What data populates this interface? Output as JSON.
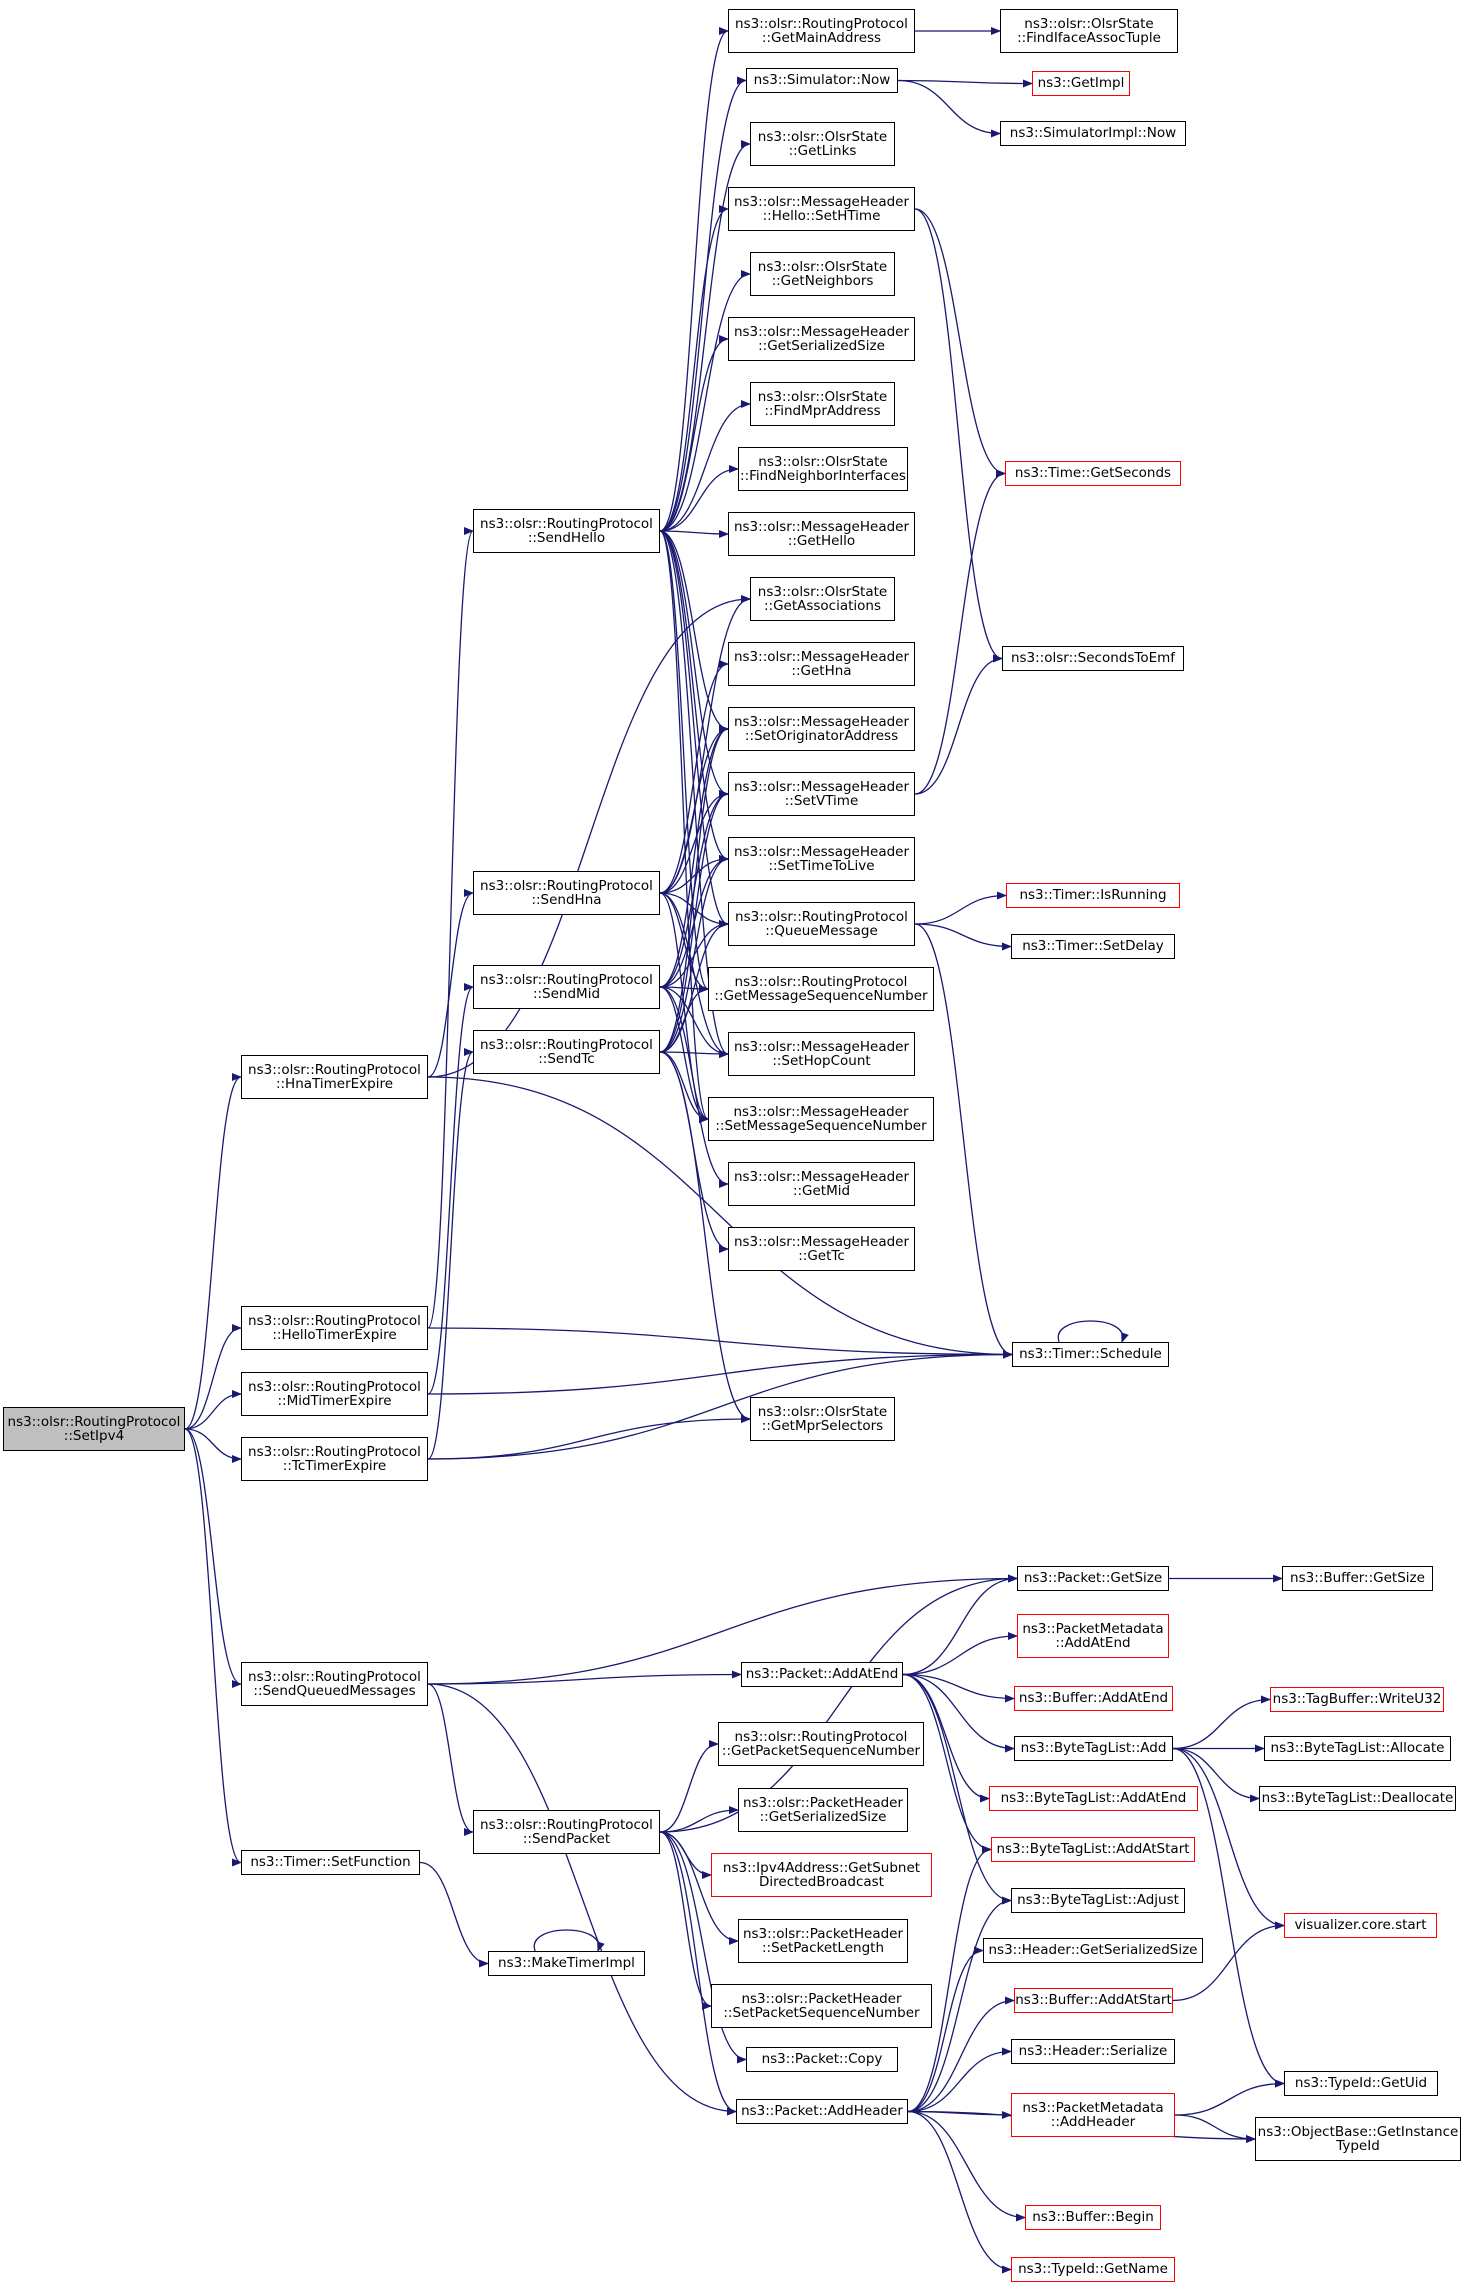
{
  "colors": {
    "edge": "#191970",
    "node_border": "#000000",
    "node_border_truncated": "#ff0000",
    "root_fill": "#bfbfbf"
  },
  "nodes": [
    {
      "id": "setipv4",
      "lines": [
        "ns3::olsr::RoutingProtocol",
        "::SetIpv4"
      ],
      "root": true
    },
    {
      "id": "hnatimerexpire",
      "lines": [
        "ns3::olsr::RoutingProtocol",
        "::HnaTimerExpire"
      ]
    },
    {
      "id": "hellotimerexpire",
      "lines": [
        "ns3::olsr::RoutingProtocol",
        "::HelloTimerExpire"
      ]
    },
    {
      "id": "midtimerexpire",
      "lines": [
        "ns3::olsr::RoutingProtocol",
        "::MidTimerExpire"
      ]
    },
    {
      "id": "tctimerexpire",
      "lines": [
        "ns3::olsr::RoutingProtocol",
        "::TcTimerExpire"
      ]
    },
    {
      "id": "sendqueuedmessages",
      "lines": [
        "ns3::olsr::RoutingProtocol",
        "::SendQueuedMessages"
      ]
    },
    {
      "id": "timersetfunction",
      "lines": [
        "ns3::Timer::SetFunction"
      ]
    },
    {
      "id": "sendhello",
      "lines": [
        "ns3::olsr::RoutingProtocol",
        "::SendHello"
      ]
    },
    {
      "id": "sendhna",
      "lines": [
        "ns3::olsr::RoutingProtocol",
        "::SendHna"
      ]
    },
    {
      "id": "sendmid",
      "lines": [
        "ns3::olsr::RoutingProtocol",
        "::SendMid"
      ]
    },
    {
      "id": "sendtc",
      "lines": [
        "ns3::olsr::RoutingProtocol",
        "::SendTc"
      ]
    },
    {
      "id": "sendpacket",
      "lines": [
        "ns3::olsr::RoutingProtocol",
        "::SendPacket"
      ]
    },
    {
      "id": "maketimerimpl",
      "lines": [
        "ns3::MakeTimerImpl"
      ]
    },
    {
      "id": "getmainaddress",
      "lines": [
        "ns3::olsr::RoutingProtocol",
        "::GetMainAddress"
      ]
    },
    {
      "id": "simnow",
      "lines": [
        "ns3::Simulator::Now"
      ]
    },
    {
      "id": "getlinks",
      "lines": [
        "ns3::olsr::OlsrState",
        "::GetLinks"
      ]
    },
    {
      "id": "hellosethtime",
      "lines": [
        "ns3::olsr::MessageHeader",
        "::Hello::SetHTime"
      ]
    },
    {
      "id": "getneighbors",
      "lines": [
        "ns3::olsr::OlsrState",
        "::GetNeighbors"
      ]
    },
    {
      "id": "mhgetserializedsize",
      "lines": [
        "ns3::olsr::MessageHeader",
        "::GetSerializedSize"
      ]
    },
    {
      "id": "findmpraddress",
      "lines": [
        "ns3::olsr::OlsrState",
        "::FindMprAddress"
      ]
    },
    {
      "id": "findneighborinterfaces",
      "lines": [
        "ns3::olsr::OlsrState",
        "::FindNeighborInterfaces"
      ]
    },
    {
      "id": "gethello",
      "lines": [
        "ns3::olsr::MessageHeader",
        "::GetHello"
      ]
    },
    {
      "id": "getassociations",
      "lines": [
        "ns3::olsr::OlsrState",
        "::GetAssociations"
      ]
    },
    {
      "id": "gethna",
      "lines": [
        "ns3::olsr::MessageHeader",
        "::GetHna"
      ]
    },
    {
      "id": "setoriginatoraddress",
      "lines": [
        "ns3::olsr::MessageHeader",
        "::SetOriginatorAddress"
      ]
    },
    {
      "id": "setvtime",
      "lines": [
        "ns3::olsr::MessageHeader",
        "::SetVTime"
      ]
    },
    {
      "id": "settimetolive",
      "lines": [
        "ns3::olsr::MessageHeader",
        "::SetTimeToLive"
      ]
    },
    {
      "id": "queuemessage",
      "lines": [
        "ns3::olsr::RoutingProtocol",
        "::QueueMessage"
      ]
    },
    {
      "id": "getmessagesequencenumber",
      "lines": [
        "ns3::olsr::RoutingProtocol",
        "::GetMessageSequenceNumber"
      ]
    },
    {
      "id": "sethopcount",
      "lines": [
        "ns3::olsr::MessageHeader",
        "::SetHopCount"
      ]
    },
    {
      "id": "setmessagesequencenumber",
      "lines": [
        "ns3::olsr::MessageHeader",
        "::SetMessageSequenceNumber"
      ]
    },
    {
      "id": "getmid",
      "lines": [
        "ns3::olsr::MessageHeader",
        "::GetMid"
      ]
    },
    {
      "id": "gettc",
      "lines": [
        "ns3::olsr::MessageHeader",
        "::GetTc"
      ]
    },
    {
      "id": "getmprselectors",
      "lines": [
        "ns3::olsr::OlsrState",
        "::GetMprSelectors"
      ]
    },
    {
      "id": "timerschedule",
      "lines": [
        "ns3::Timer::Schedule"
      ]
    },
    {
      "id": "findifaceassoctuple",
      "lines": [
        "ns3::olsr::OlsrState",
        "::FindIfaceAssocTuple"
      ]
    },
    {
      "id": "getimpl",
      "lines": [
        "ns3::GetImpl"
      ],
      "truncated": true
    },
    {
      "id": "simimplnow",
      "lines": [
        "ns3::SimulatorImpl::Now"
      ]
    },
    {
      "id": "timegetseconds",
      "lines": [
        "ns3::Time::GetSeconds"
      ],
      "truncated": true
    },
    {
      "id": "secondstoemf",
      "lines": [
        "ns3::olsr::SecondsToEmf"
      ]
    },
    {
      "id": "timerisrunning",
      "lines": [
        "ns3::Timer::IsRunning"
      ],
      "truncated": true
    },
    {
      "id": "timersetdelay",
      "lines": [
        "ns3::Timer::SetDelay"
      ]
    },
    {
      "id": "packetgetsize",
      "lines": [
        "ns3::Packet::GetSize"
      ]
    },
    {
      "id": "buffergetsize",
      "lines": [
        "ns3::Buffer::GetSize"
      ]
    },
    {
      "id": "pmaddatend",
      "lines": [
        "ns3::PacketMetadata",
        "::AddAtEnd"
      ],
      "truncated": true
    },
    {
      "id": "packetaddatend",
      "lines": [
        "ns3::Packet::AddAtEnd"
      ]
    },
    {
      "id": "bufferaddatend",
      "lines": [
        "ns3::Buffer::AddAtEnd"
      ],
      "truncated": true
    },
    {
      "id": "tagbufferwriteu32",
      "lines": [
        "ns3::TagBuffer::WriteU32"
      ],
      "truncated": true
    },
    {
      "id": "btladd",
      "lines": [
        "ns3::ByteTagList::Add"
      ]
    },
    {
      "id": "btlallocate",
      "lines": [
        "ns3::ByteTagList::Allocate"
      ]
    },
    {
      "id": "getpacketsequencenumber",
      "lines": [
        "ns3::olsr::RoutingProtocol",
        "::GetPacketSequenceNumber"
      ]
    },
    {
      "id": "btladdatend",
      "lines": [
        "ns3::ByteTagList::AddAtEnd"
      ],
      "truncated": true
    },
    {
      "id": "btldeallocate",
      "lines": [
        "ns3::ByteTagList::Deallocate"
      ]
    },
    {
      "id": "phgetserializedsize",
      "lines": [
        "ns3::olsr::PacketHeader",
        "::GetSerializedSize"
      ]
    },
    {
      "id": "btladdatstart",
      "lines": [
        "ns3::ByteTagList::AddAtStart"
      ],
      "truncated": true
    },
    {
      "id": "ipv4getsubnet",
      "lines": [
        "ns3::Ipv4Address::GetSubnet",
        "DirectedBroadcast"
      ],
      "truncated": true
    },
    {
      "id": "btladjust",
      "lines": [
        "ns3::ByteTagList::Adjust"
      ]
    },
    {
      "id": "visualizerstart",
      "lines": [
        "visualizer.core.start"
      ],
      "truncated": true
    },
    {
      "id": "setpacketlength",
      "lines": [
        "ns3::olsr::PacketHeader",
        "::SetPacketLength"
      ]
    },
    {
      "id": "headergetserializedsize",
      "lines": [
        "ns3::Header::GetSerializedSize"
      ]
    },
    {
      "id": "setpacketsequencenumber",
      "lines": [
        "ns3::olsr::PacketHeader",
        "::SetPacketSequenceNumber"
      ]
    },
    {
      "id": "bufferaddatstart",
      "lines": [
        "ns3::Buffer::AddAtStart"
      ],
      "truncated": true
    },
    {
      "id": "packetcopy",
      "lines": [
        "ns3::Packet::Copy"
      ]
    },
    {
      "id": "headerserialize",
      "lines": [
        "ns3::Header::Serialize"
      ]
    },
    {
      "id": "typeidgetuid",
      "lines": [
        "ns3::TypeId::GetUid"
      ]
    },
    {
      "id": "packetaddheader",
      "lines": [
        "ns3::Packet::AddHeader"
      ]
    },
    {
      "id": "pmaddheader",
      "lines": [
        "ns3::PacketMetadata",
        "::AddHeader"
      ],
      "truncated": true
    },
    {
      "id": "getinstancetypeid",
      "lines": [
        "ns3::ObjectBase::GetInstance",
        "TypeId"
      ]
    },
    {
      "id": "bufferbegin",
      "lines": [
        "ns3::Buffer::Begin"
      ],
      "truncated": true
    },
    {
      "id": "typeidgetname",
      "lines": [
        "ns3::TypeId::GetName"
      ],
      "truncated": true
    }
  ],
  "edges": [
    [
      "setipv4",
      "hnatimerexpire"
    ],
    [
      "setipv4",
      "hellotimerexpire"
    ],
    [
      "setipv4",
      "midtimerexpire"
    ],
    [
      "setipv4",
      "tctimerexpire"
    ],
    [
      "setipv4",
      "sendqueuedmessages"
    ],
    [
      "setipv4",
      "timersetfunction"
    ],
    [
      "hnatimerexpire",
      "sendhna"
    ],
    [
      "hnatimerexpire",
      "timerschedule"
    ],
    [
      "hnatimerexpire",
      "getassociations"
    ],
    [
      "hellotimerexpire",
      "sendhello"
    ],
    [
      "hellotimerexpire",
      "timerschedule"
    ],
    [
      "midtimerexpire",
      "sendmid"
    ],
    [
      "midtimerexpire",
      "timerschedule"
    ],
    [
      "tctimerexpire",
      "sendtc"
    ],
    [
      "tctimerexpire",
      "getmprselectors"
    ],
    [
      "tctimerexpire",
      "timerschedule"
    ],
    [
      "sendhello",
      "getmainaddress"
    ],
    [
      "sendhello",
      "simnow"
    ],
    [
      "sendhello",
      "getlinks"
    ],
    [
      "sendhello",
      "hellosethtime"
    ],
    [
      "sendhello",
      "getneighbors"
    ],
    [
      "sendhello",
      "mhgetserializedsize"
    ],
    [
      "sendhello",
      "findmpraddress"
    ],
    [
      "sendhello",
      "findneighborinterfaces"
    ],
    [
      "sendhello",
      "gethello"
    ],
    [
      "sendhello",
      "setoriginatoraddress"
    ],
    [
      "sendhello",
      "setvtime"
    ],
    [
      "sendhello",
      "settimetolive"
    ],
    [
      "sendhello",
      "queuemessage"
    ],
    [
      "sendhello",
      "getmessagesequencenumber"
    ],
    [
      "sendhello",
      "sethopcount"
    ],
    [
      "sendhello",
      "setmessagesequencenumber"
    ],
    [
      "sendhna",
      "getassociations"
    ],
    [
      "sendhna",
      "gethna"
    ],
    [
      "sendhna",
      "setoriginatoraddress"
    ],
    [
      "sendhna",
      "setvtime"
    ],
    [
      "sendhna",
      "settimetolive"
    ],
    [
      "sendhna",
      "queuemessage"
    ],
    [
      "sendhna",
      "getmessagesequencenumber"
    ],
    [
      "sendhna",
      "sethopcount"
    ],
    [
      "sendhna",
      "setmessagesequencenumber"
    ],
    [
      "sendmid",
      "setoriginatoraddress"
    ],
    [
      "sendmid",
      "setvtime"
    ],
    [
      "sendmid",
      "settimetolive"
    ],
    [
      "sendmid",
      "queuemessage"
    ],
    [
      "sendmid",
      "getmessagesequencenumber"
    ],
    [
      "sendmid",
      "sethopcount"
    ],
    [
      "sendmid",
      "setmessagesequencenumber"
    ],
    [
      "sendmid",
      "getmid"
    ],
    [
      "sendtc",
      "setoriginatoraddress"
    ],
    [
      "sendtc",
      "setvtime"
    ],
    [
      "sendtc",
      "settimetolive"
    ],
    [
      "sendtc",
      "queuemessage"
    ],
    [
      "sendtc",
      "getmessagesequencenumber"
    ],
    [
      "sendtc",
      "sethopcount"
    ],
    [
      "sendtc",
      "setmessagesequencenumber"
    ],
    [
      "sendtc",
      "gettc"
    ],
    [
      "sendtc",
      "getmprselectors"
    ],
    [
      "getmainaddress",
      "findifaceassoctuple"
    ],
    [
      "simnow",
      "getimpl"
    ],
    [
      "simnow",
      "simimplnow"
    ],
    [
      "hellosethtime",
      "timegetseconds"
    ],
    [
      "hellosethtime",
      "secondstoemf"
    ],
    [
      "setvtime",
      "timegetseconds"
    ],
    [
      "setvtime",
      "secondstoemf"
    ],
    [
      "queuemessage",
      "timerisrunning"
    ],
    [
      "queuemessage",
      "timersetdelay"
    ],
    [
      "queuemessage",
      "timerschedule"
    ],
    [
      "timerschedule",
      "timerschedule"
    ],
    [
      "sendqueuedmessages",
      "packetgetsize"
    ],
    [
      "sendqueuedmessages",
      "packetaddatend"
    ],
    [
      "sendqueuedmessages",
      "sendpacket"
    ],
    [
      "sendqueuedmessages",
      "packetaddheader"
    ],
    [
      "packetgetsize",
      "buffergetsize"
    ],
    [
      "packetaddatend",
      "packetgetsize"
    ],
    [
      "packetaddatend",
      "pmaddatend"
    ],
    [
      "packetaddatend",
      "bufferaddatend"
    ],
    [
      "packetaddatend",
      "btladd"
    ],
    [
      "packetaddatend",
      "btladdatend"
    ],
    [
      "packetaddatend",
      "btladdatstart"
    ],
    [
      "packetaddatend",
      "btladjust"
    ],
    [
      "btladd",
      "tagbufferwriteu32"
    ],
    [
      "btladd",
      "btlallocate"
    ],
    [
      "btladd",
      "btldeallocate"
    ],
    [
      "btladd",
      "visualizerstart"
    ],
    [
      "btladd",
      "typeidgetuid"
    ],
    [
      "sendpacket",
      "packetgetsize"
    ],
    [
      "sendpacket",
      "getpacketsequencenumber"
    ],
    [
      "sendpacket",
      "phgetserializedsize"
    ],
    [
      "sendpacket",
      "ipv4getsubnet"
    ],
    [
      "sendpacket",
      "setpacketlength"
    ],
    [
      "sendpacket",
      "setpacketsequencenumber"
    ],
    [
      "sendpacket",
      "packetcopy"
    ],
    [
      "sendpacket",
      "packetaddheader"
    ],
    [
      "timersetfunction",
      "maketimerimpl"
    ],
    [
      "maketimerimpl",
      "maketimerimpl"
    ],
    [
      "packetaddheader",
      "btladdatstart"
    ],
    [
      "packetaddheader",
      "btladjust"
    ],
    [
      "packetaddheader",
      "headergetserializedsize"
    ],
    [
      "packetaddheader",
      "bufferaddatstart"
    ],
    [
      "packetaddheader",
      "headerserialize"
    ],
    [
      "packetaddheader",
      "pmaddheader"
    ],
    [
      "packetaddheader",
      "getinstancetypeid"
    ],
    [
      "packetaddheader",
      "bufferbegin"
    ],
    [
      "packetaddheader",
      "typeidgetname"
    ],
    [
      "bufferaddatstart",
      "visualizerstart"
    ],
    [
      "pmaddheader",
      "typeidgetuid"
    ],
    [
      "pmaddheader",
      "getinstancetypeid"
    ]
  ]
}
